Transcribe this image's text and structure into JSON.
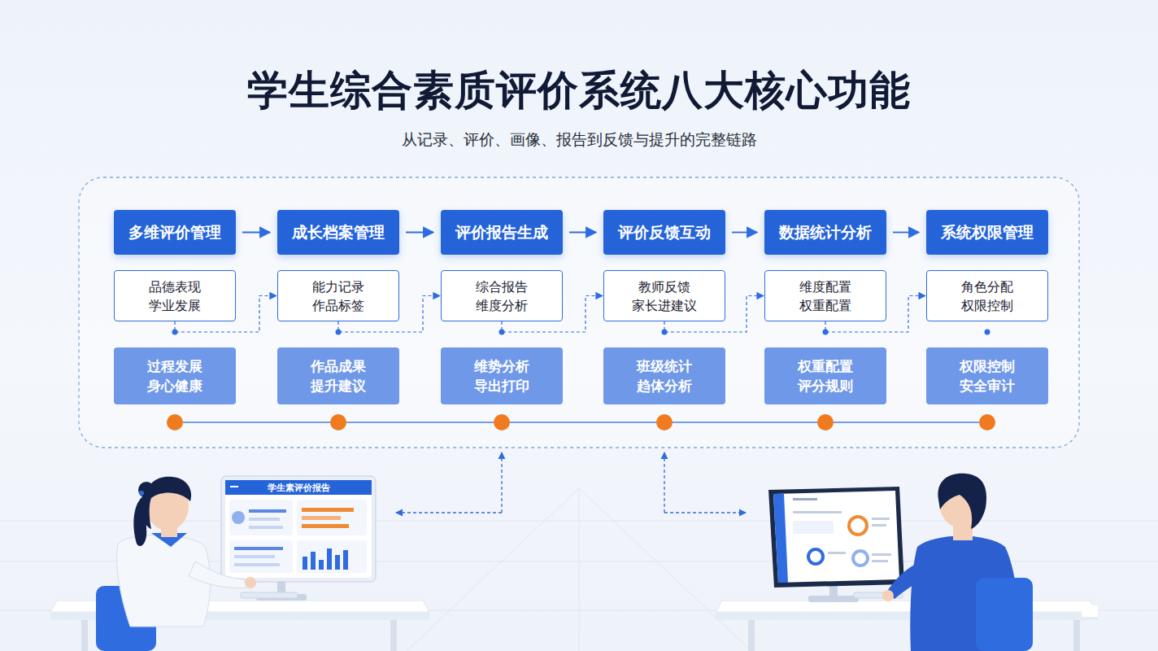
{
  "diagram": {
    "title": "学生综合素质评价系统八大核心功能",
    "caption": "从记录、评价、画像、报告到反馈与提升的完整链路",
    "nodes": [
      {
        "text": [
          "多维评价管理"
        ]
      },
      {
        "text": [
          "品德表现",
          "学业发展"
        ]
      },
      {
        "text": [
          "过程发展",
          "身心健康"
        ]
      },
      {
        "text": [
          "成长档案管理"
        ]
      },
      {
        "text": [
          "能力记录",
          "作品标签"
        ]
      },
      {
        "text": [
          "作品成果",
          "提升建议"
        ]
      },
      {
        "text": [
          "评价报告生成"
        ]
      },
      {
        "text": [
          "综合报告",
          "维度分析"
        ]
      },
      {
        "text": [
          "维势分析",
          "导出打印"
        ]
      },
      {
        "text": [
          "评价反馈互动"
        ]
      },
      {
        "text": [
          "教师反馈",
          "家长进建议"
        ]
      },
      {
        "text": [
          "班级统计",
          "趋体分析"
        ]
      },
      {
        "text": [
          "数据统计分析"
        ]
      },
      {
        "text": [
          "维度配置",
          "权重配置"
        ]
      },
      {
        "text": [
          "权重配置",
          "评分规则"
        ]
      },
      {
        "text": [
          "系统权限管理"
        ]
      },
      {
        "text": [
          "角色分配",
          "权限控制"
        ]
      },
      {
        "text": [
          "权限控制",
          "安全审计"
        ]
      }
    ],
    "edges": [
      {
        "from": 0,
        "to": 3,
        "arrow": "to"
      },
      {
        "from": 3,
        "to": 6,
        "arrow": "to"
      },
      {
        "from": 6,
        "to": 9,
        "arrow": "to"
      },
      {
        "from": 9,
        "to": 12,
        "arrow": "to"
      },
      {
        "from": 12,
        "to": 15,
        "arrow": "to"
      },
      {
        "from": 1,
        "to": 4,
        "arrow": "to"
      },
      {
        "from": 4,
        "to": 7,
        "arrow": "to"
      },
      {
        "from": 7,
        "to": 10,
        "arrow": "to"
      },
      {
        "from": 10,
        "to": 13,
        "arrow": "to"
      },
      {
        "from": 13,
        "to": 16,
        "arrow": "to"
      }
    ],
    "labels": [
      "学生素评价报告"
    ]
  }
}
